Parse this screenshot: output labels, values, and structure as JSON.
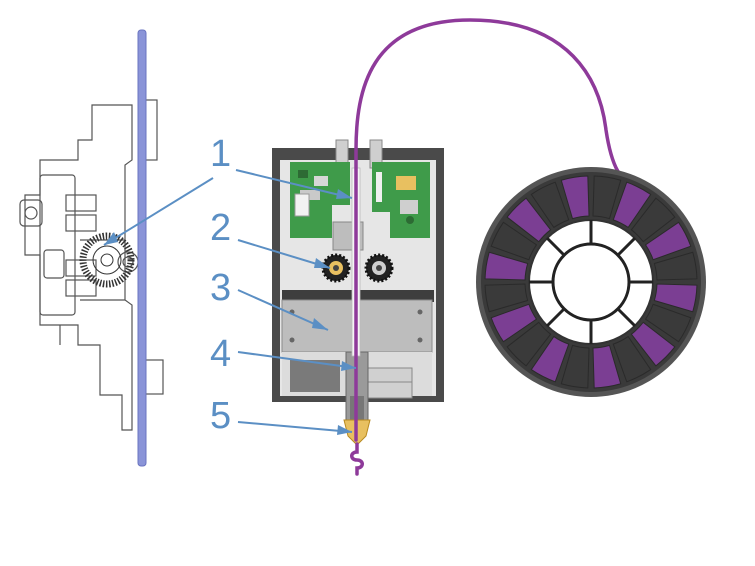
{
  "callouts": [
    {
      "label": "1"
    },
    {
      "label": "2"
    },
    {
      "label": "3"
    },
    {
      "label": "4"
    },
    {
      "label": "5"
    }
  ],
  "colors": {
    "callout": "#5b8fc4",
    "filament": "#8e3a9a",
    "filament_tube": "#8a94d8",
    "pcb": "#3f9b4a",
    "housing": "#4a4a4a",
    "metal": "#b8b8b8",
    "nozzle": "#e8c060",
    "spool_dark": "#3a3a3a",
    "spool_segment": "#7b3e93"
  },
  "icons": {
    "side_view": "extruder-side-outline",
    "front_view": "extruder-cutaway",
    "spool": "filament-spool"
  }
}
